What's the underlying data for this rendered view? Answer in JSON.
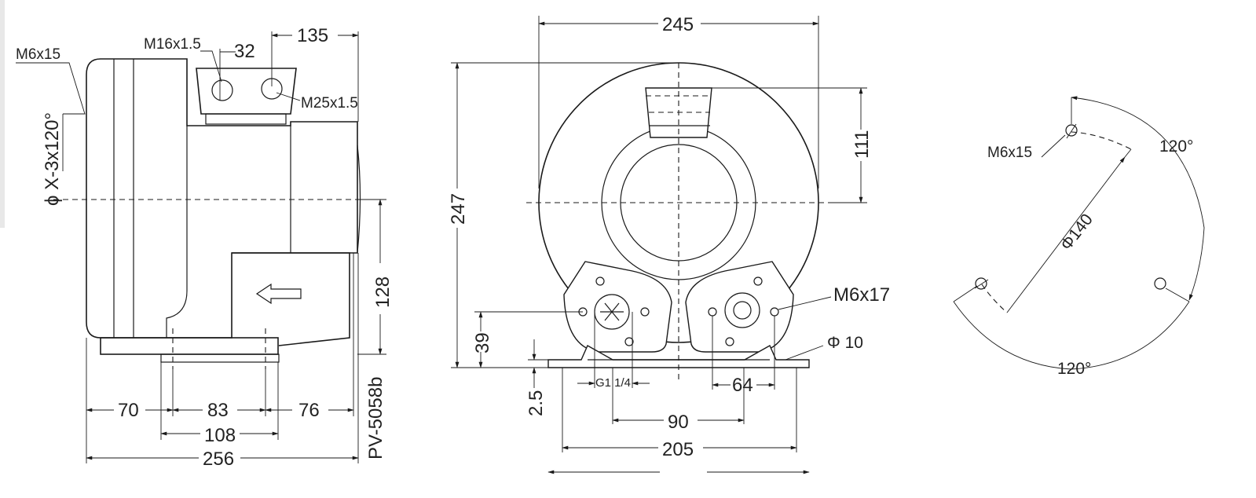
{
  "colors": {
    "line": "#1a1a1a",
    "text": "#222222",
    "background": "#ffffff"
  },
  "side_view": {
    "thread_left": "M6x15",
    "thread_top": "M16x1.5",
    "dim_32": "32",
    "dim_135": "135",
    "thread_right": "M25x1.5",
    "bolt_circle": "ϕ X-3x120°",
    "dim_128": "128",
    "dim_70": "70",
    "dim_83": "83",
    "dim_76": "76",
    "dim_108": "108",
    "dim_256": "256",
    "model": "PV-5058b"
  },
  "front_view": {
    "dim_245": "245",
    "dim_247": "247",
    "dim_111": "111",
    "thread_mount": "M6x17",
    "hole_dia": "Φ 10",
    "dim_39": "39",
    "dim_2_5": "2.5",
    "thread_port": "G1 1/4",
    "dim_64": "64",
    "dim_90": "90",
    "dim_205": "205"
  },
  "flange_view": {
    "thread": "M6x15",
    "angle_top": "120°",
    "angle_bottom": "120°",
    "pitch_circle": "Φ140"
  }
}
